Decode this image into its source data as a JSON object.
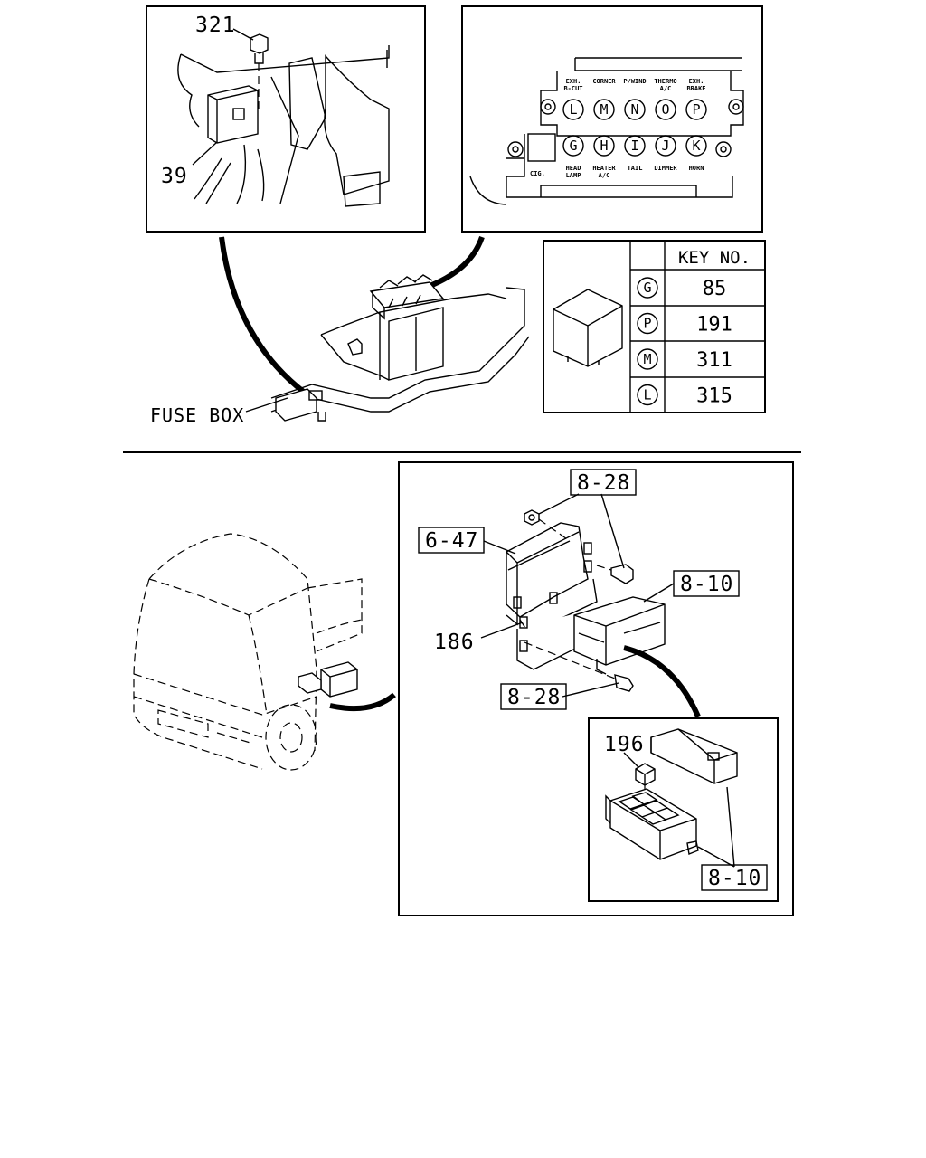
{
  "callouts": {
    "top_left_part_321": "321",
    "top_left_part_39": "39",
    "fuse_box_label": "FUSE BOX",
    "bracket_ref_6_47": "6-47",
    "bolt_ref_8_28_upper": "8-28",
    "bolt_ref_8_28_lower": "8-28",
    "fuse_box_ref_8_10_upper": "8-10",
    "fuse_box_ref_8_10_lower": "8-10",
    "bracket_part_186": "186",
    "relay_part_196": "196"
  },
  "fuse_panel": {
    "top_row": [
      {
        "letter": "L",
        "label1": "EXH.",
        "label2": "B-CUT"
      },
      {
        "letter": "M",
        "label1": "CORNER",
        "label2": ""
      },
      {
        "letter": "N",
        "label1": "P/WIND",
        "label2": ""
      },
      {
        "letter": "O",
        "label1": "THERMO",
        "label2": "A/C"
      },
      {
        "letter": "P",
        "label1": "EXH.",
        "label2": "BRAKE"
      }
    ],
    "bottom_row": [
      {
        "letter": "G",
        "label1": "HEAD",
        "label2": "LAMP"
      },
      {
        "letter": "H",
        "label1": "HEATER",
        "label2": "A/C"
      },
      {
        "letter": "I",
        "label1": "TAIL",
        "label2": ""
      },
      {
        "letter": "J",
        "label1": "DIMMER",
        "label2": ""
      },
      {
        "letter": "K",
        "label1": "HORN",
        "label2": ""
      }
    ],
    "left_bottom_label": "CIG."
  },
  "key_table": {
    "header": "KEY NO.",
    "rows": [
      {
        "letter": "G",
        "key": "85"
      },
      {
        "letter": "P",
        "key": "191"
      },
      {
        "letter": "M",
        "key": "311"
      },
      {
        "letter": "L",
        "key": "315"
      }
    ]
  }
}
